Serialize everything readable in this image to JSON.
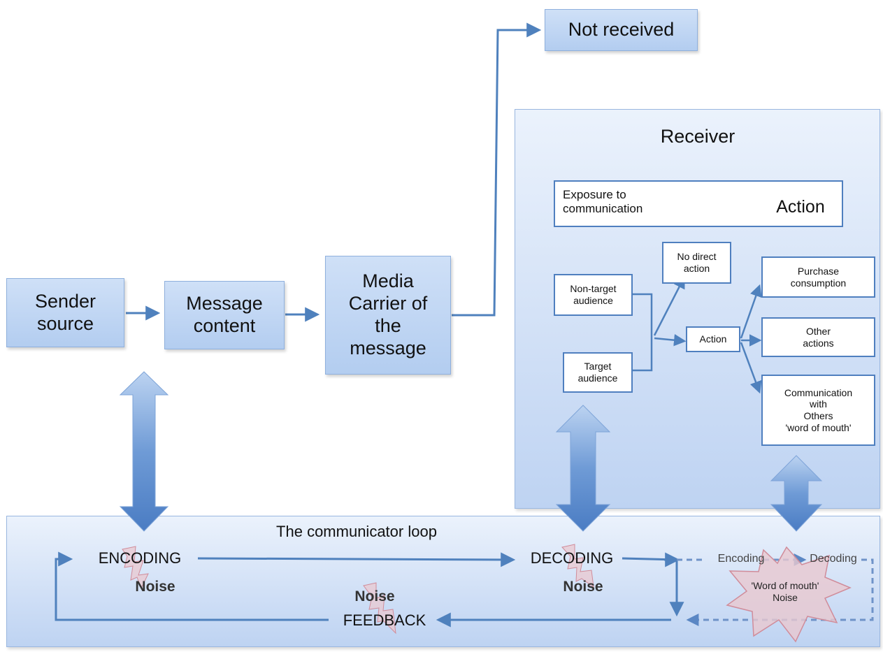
{
  "colors": {
    "arrow": "#4f81bd",
    "box_fill": "#c4d8f3",
    "panel_fill": "#d4e2f7",
    "noise_fill": "#e9c8d0",
    "noise_stroke": "#d08c9a"
  },
  "nodes": {
    "sender": "Sender\nsource",
    "message": "Message\ncontent",
    "media": "Media\nCarrier of\nthe\nmessage",
    "not_received": "Not received"
  },
  "receiver": {
    "title": "Receiver",
    "exposure": "Exposure to\ncommunication",
    "action_big": "Action",
    "no_direct": "No direct\naction",
    "non_target": "Non-target\naudience",
    "target": "Target\naudience",
    "action_small": "Action",
    "purchase": "Purchase\nconsumption",
    "other_actions": "Other\nactions",
    "communication": "Communication\nwith\nOthers\n'word of mouth'"
  },
  "loop": {
    "title": "The communicator loop",
    "encoding": "ENCODING",
    "noise_encoding": "Noise",
    "decoding": "DECODING",
    "noise_decoding": "Noise",
    "noise_feedback": "Noise",
    "feedback": "FEEDBACK",
    "encoding_small": "Encoding",
    "decoding_small": "Decoding",
    "wom_noise": "'Word of mouth'\nNoise"
  }
}
